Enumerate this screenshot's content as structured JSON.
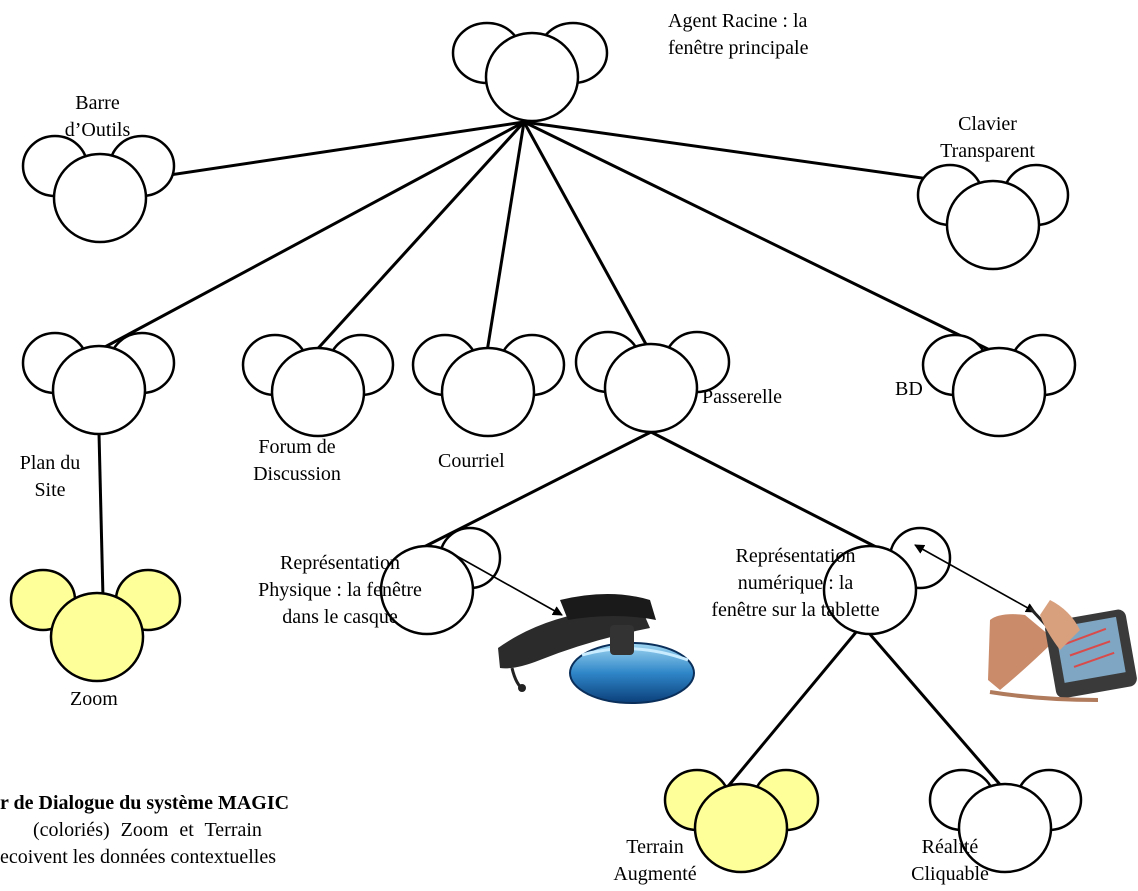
{
  "nodes": {
    "root": {
      "label_line1": "Agent Racine : la",
      "label_line2": "fenêtre principale"
    },
    "toolbar": {
      "label_line1": "Barre",
      "label_line2": "d’Outils"
    },
    "keyboard": {
      "label_line1": "Clavier",
      "label_line2": "Transparent"
    },
    "sitemap": {
      "label_line1": "Plan du",
      "label_line2": "Site"
    },
    "forum": {
      "label_line1": "Forum de",
      "label_line2": "Discussion"
    },
    "mail": {
      "label": "Courriel"
    },
    "gateway": {
      "label": "Passerelle"
    },
    "db": {
      "label": "BD"
    },
    "zoom": {
      "label": "Zoom",
      "color": "#ffff99"
    },
    "physical": {
      "label_line1": "Représentation",
      "label_line2": "Physique : la fenêtre",
      "label_line3": "dans le casque"
    },
    "numeric": {
      "label_line1": "Représentation",
      "label_line2": "numérique : la",
      "label_line3": "fenêtre sur la tablette"
    },
    "terrain": {
      "label_line1": "Terrain",
      "label_line2": "Augmenté",
      "color": "#ffff99"
    },
    "reality": {
      "label_line1": "Réalité",
      "label_line2": "Cliquable"
    }
  },
  "caption": {
    "line1": "r de Dialogue du système MAGIC",
    "line2": "(coloriés)  Zoom  et  Terrain",
    "line3": "ecoivent les données contextuelles"
  }
}
